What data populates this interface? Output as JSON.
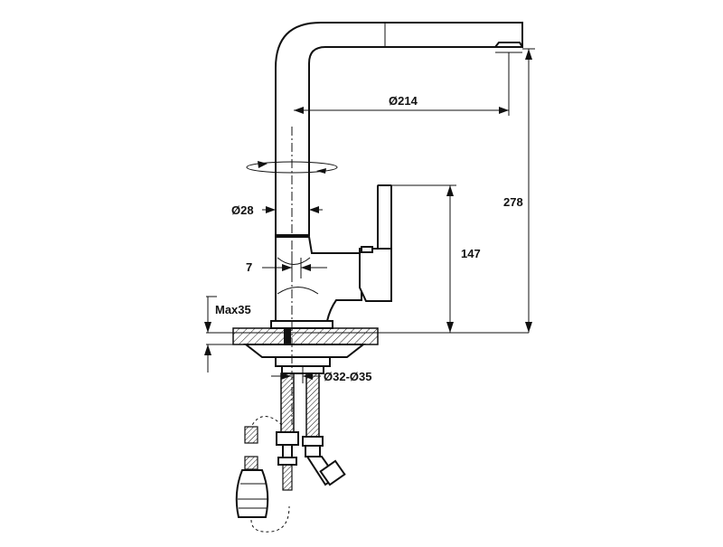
{
  "dimensions": {
    "spout_reach": "Ø214",
    "total_height": "278",
    "lever_height": "147",
    "column_diameter": "Ø28",
    "offset": "7",
    "max_thickness": "Max35",
    "hole_diameter": "Ø32-Ø35"
  },
  "colors": {
    "line": "#111111",
    "background": "#ffffff"
  }
}
